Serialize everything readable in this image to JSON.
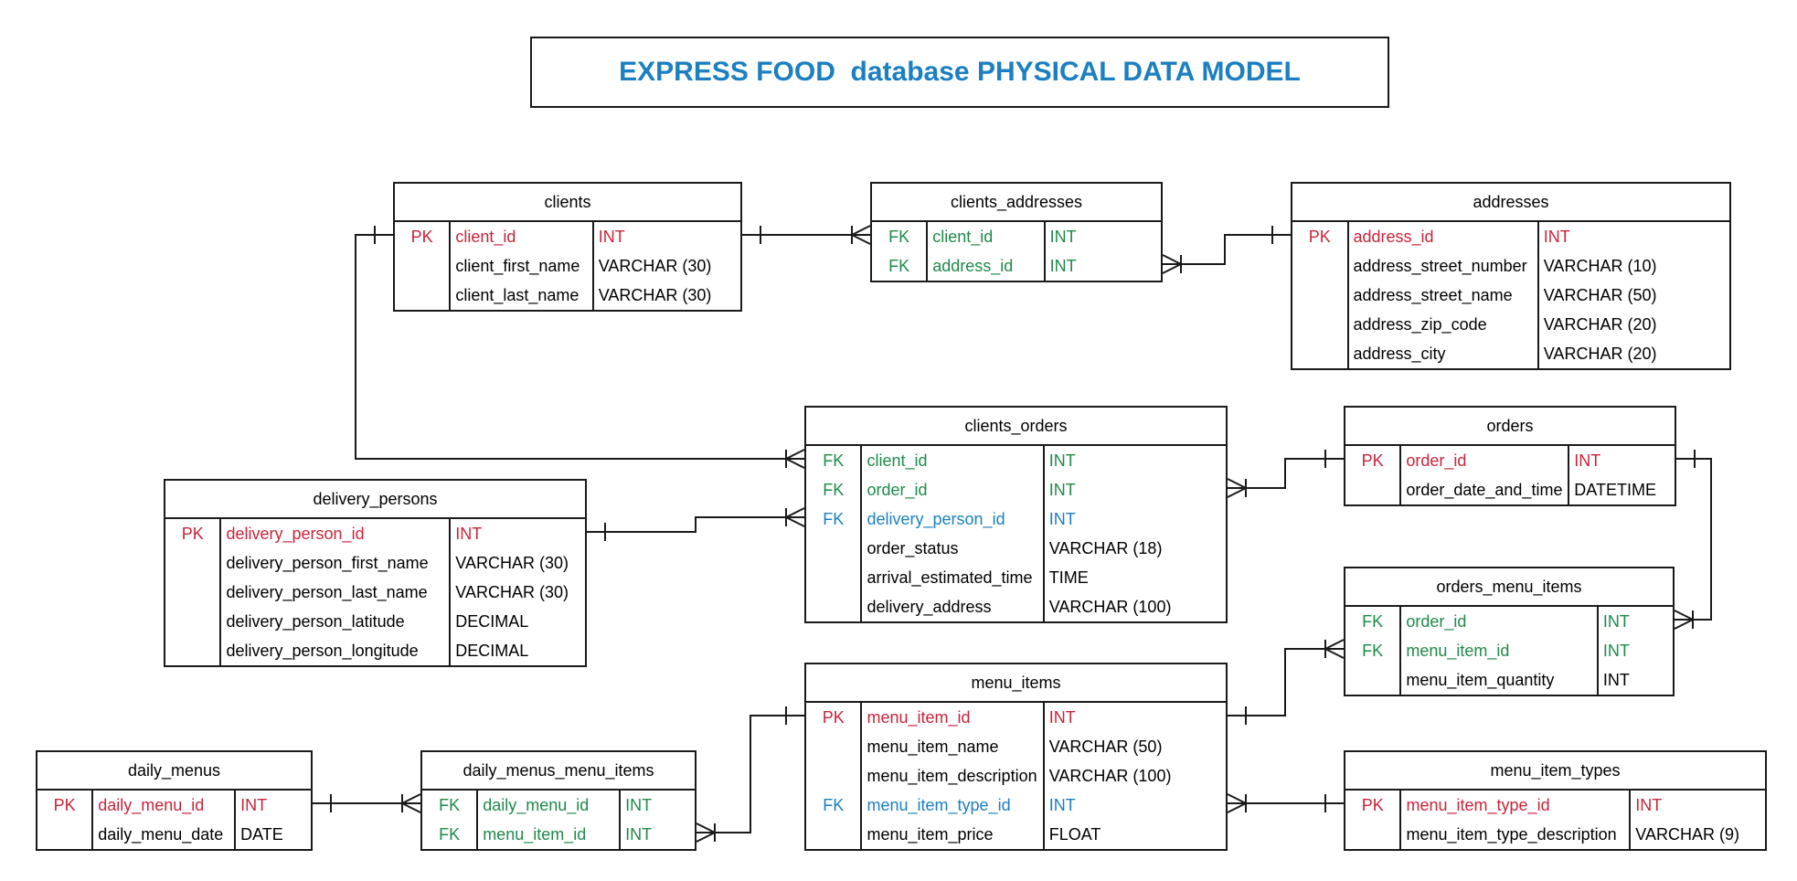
{
  "title": "EXPRESS FOOD  database PHYSICAL DATA MODEL",
  "colors": {
    "title": "#1b7fc1",
    "pk": "#c8243a",
    "fk": "#1e8a4a",
    "fk_alt": "#1b7fc1",
    "plain": "#000000",
    "line": "#1a1a1a"
  },
  "tables": [
    {
      "id": "clients",
      "name": "clients",
      "rows": [
        {
          "key": "PK",
          "field": "client_id",
          "type": "INT",
          "style": "pk"
        },
        {
          "key": "",
          "field": "client_first_name",
          "type": "VARCHAR (30)",
          "style": "plain"
        },
        {
          "key": "",
          "field": "client_last_name",
          "type": "VARCHAR (30)",
          "style": "plain"
        }
      ]
    },
    {
      "id": "clients_addresses",
      "name": "clients_addresses",
      "rows": [
        {
          "key": "FK",
          "field": "client_id",
          "type": "INT",
          "style": "fk"
        },
        {
          "key": "FK",
          "field": "address_id",
          "type": "INT",
          "style": "fk"
        }
      ]
    },
    {
      "id": "addresses",
      "name": "addresses",
      "rows": [
        {
          "key": "PK",
          "field": "address_id",
          "type": "INT",
          "style": "pk"
        },
        {
          "key": "",
          "field": "address_street_number",
          "type": "VARCHAR (10)",
          "style": "plain"
        },
        {
          "key": "",
          "field": "address_street_name",
          "type": "VARCHAR (50)",
          "style": "plain"
        },
        {
          "key": "",
          "field": "address_zip_code",
          "type": "VARCHAR (20)",
          "style": "plain"
        },
        {
          "key": "",
          "field": "address_city",
          "type": "VARCHAR (20)",
          "style": "plain"
        }
      ]
    },
    {
      "id": "clients_orders",
      "name": "clients_orders",
      "rows": [
        {
          "key": "FK",
          "field": "client_id",
          "type": "INT",
          "style": "fk"
        },
        {
          "key": "FK",
          "field": "order_id",
          "type": "INT",
          "style": "fk"
        },
        {
          "key": "FK",
          "field": "delivery_person_id",
          "type": "INT",
          "style": "fk2"
        },
        {
          "key": "",
          "field": "order_status",
          "type": "VARCHAR (18)",
          "style": "plain"
        },
        {
          "key": "",
          "field": "arrival_estimated_time",
          "type": "TIME",
          "style": "plain"
        },
        {
          "key": "",
          "field": "delivery_address",
          "type": "VARCHAR (100)",
          "style": "plain"
        }
      ]
    },
    {
      "id": "orders",
      "name": "orders",
      "rows": [
        {
          "key": "PK",
          "field": "order_id",
          "type": "INT",
          "style": "pk"
        },
        {
          "key": "",
          "field": "order_date_and_time",
          "type": "DATETIME",
          "style": "plain"
        }
      ]
    },
    {
      "id": "delivery_persons",
      "name": "delivery_persons",
      "rows": [
        {
          "key": "PK",
          "field": "delivery_person_id",
          "type": "INT",
          "style": "pk"
        },
        {
          "key": "",
          "field": "delivery_person_first_name",
          "type": "VARCHAR (30)",
          "style": "plain"
        },
        {
          "key": "",
          "field": "delivery_person_last_name",
          "type": "VARCHAR (30)",
          "style": "plain"
        },
        {
          "key": "",
          "field": "delivery_person_latitude",
          "type": "DECIMAL",
          "style": "plain"
        },
        {
          "key": "",
          "field": "delivery_person_longitude",
          "type": "DECIMAL",
          "style": "plain"
        }
      ]
    },
    {
      "id": "orders_menu_items",
      "name": "orders_menu_items",
      "rows": [
        {
          "key": "FK",
          "field": "order_id",
          "type": "INT",
          "style": "fk"
        },
        {
          "key": "FK",
          "field": "menu_item_id",
          "type": "INT",
          "style": "fk"
        },
        {
          "key": "",
          "field": "menu_item_quantity",
          "type": "INT",
          "style": "plain"
        }
      ]
    },
    {
      "id": "menu_items",
      "name": "menu_items",
      "rows": [
        {
          "key": "PK",
          "field": "menu_item_id",
          "type": "INT",
          "style": "pk"
        },
        {
          "key": "",
          "field": "menu_item_name",
          "type": "VARCHAR (50)",
          "style": "plain"
        },
        {
          "key": "",
          "field": "menu_item_description",
          "type": "VARCHAR (100)",
          "style": "plain"
        },
        {
          "key": "FK",
          "field": "menu_item_type_id",
          "type": "INT",
          "style": "fk2"
        },
        {
          "key": "",
          "field": "menu_item_price",
          "type": "FLOAT",
          "style": "plain"
        }
      ]
    },
    {
      "id": "daily_menus",
      "name": "daily_menus",
      "rows": [
        {
          "key": "PK",
          "field": "daily_menu_id",
          "type": "INT",
          "style": "pk"
        },
        {
          "key": "",
          "field": "daily_menu_date",
          "type": "DATE",
          "style": "plain"
        }
      ]
    },
    {
      "id": "daily_menus_menu_items",
      "name": "daily_menus_menu_items",
      "rows": [
        {
          "key": "FK",
          "field": "daily_menu_id",
          "type": "INT",
          "style": "fk"
        },
        {
          "key": "FK",
          "field": "menu_item_id",
          "type": "INT",
          "style": "fk"
        }
      ]
    },
    {
      "id": "menu_item_types",
      "name": "menu_item_types",
      "rows": [
        {
          "key": "PK",
          "field": "menu_item_type_id",
          "type": "INT",
          "style": "pk"
        },
        {
          "key": "",
          "field": "menu_item_type_description",
          "type": "VARCHAR (9)",
          "style": "plain"
        }
      ]
    }
  ],
  "relationships": [
    {
      "from": "clients",
      "to": "clients_addresses",
      "from_card": "one",
      "to_card": "many"
    },
    {
      "from": "addresses",
      "to": "clients_addresses",
      "from_card": "one",
      "to_card": "many"
    },
    {
      "from": "clients",
      "to": "clients_orders",
      "from_card": "one",
      "to_card": "many"
    },
    {
      "from": "delivery_persons",
      "to": "clients_orders",
      "from_card": "one",
      "to_card": "many"
    },
    {
      "from": "orders",
      "to": "clients_orders",
      "from_card": "one",
      "to_card": "many"
    },
    {
      "from": "orders",
      "to": "orders_menu_items",
      "from_card": "one",
      "to_card": "many"
    },
    {
      "from": "menu_items",
      "to": "orders_menu_items",
      "from_card": "one",
      "to_card": "many"
    },
    {
      "from": "menu_items",
      "to": "daily_menus_menu_items",
      "from_card": "one",
      "to_card": "many"
    },
    {
      "from": "daily_menus",
      "to": "daily_menus_menu_items",
      "from_card": "one",
      "to_card": "many"
    },
    {
      "from": "menu_item_types",
      "to": "menu_items",
      "from_card": "one",
      "to_card": "many"
    }
  ]
}
